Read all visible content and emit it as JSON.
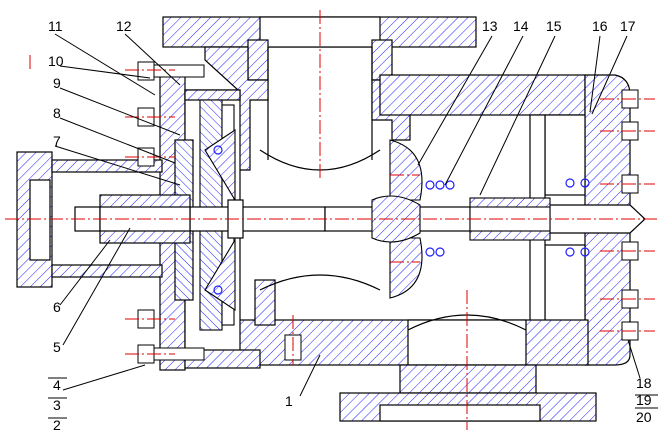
{
  "drawing": {
    "line_color": "#000000",
    "hatch_color": "#2020ff",
    "centerline_color": "#e00000",
    "background": "#ffffff"
  },
  "callouts": [
    {
      "id": "c1",
      "text": "1"
    },
    {
      "id": "c2",
      "text": "2"
    },
    {
      "id": "c3",
      "text": "3"
    },
    {
      "id": "c4",
      "text": "4"
    },
    {
      "id": "c5",
      "text": "5"
    },
    {
      "id": "c6",
      "text": "6"
    },
    {
      "id": "c7",
      "text": "7"
    },
    {
      "id": "c8",
      "text": "8"
    },
    {
      "id": "c9",
      "text": "9"
    },
    {
      "id": "c10",
      "text": "10"
    },
    {
      "id": "c11",
      "text": "11"
    },
    {
      "id": "c12",
      "text": "12"
    },
    {
      "id": "c13",
      "text": "13"
    },
    {
      "id": "c14",
      "text": "14"
    },
    {
      "id": "c15",
      "text": "15"
    },
    {
      "id": "c16",
      "text": "16"
    },
    {
      "id": "c17",
      "text": "17"
    },
    {
      "id": "c18",
      "text": "18"
    },
    {
      "id": "c19",
      "text": "19"
    },
    {
      "id": "c20",
      "text": "20"
    }
  ]
}
